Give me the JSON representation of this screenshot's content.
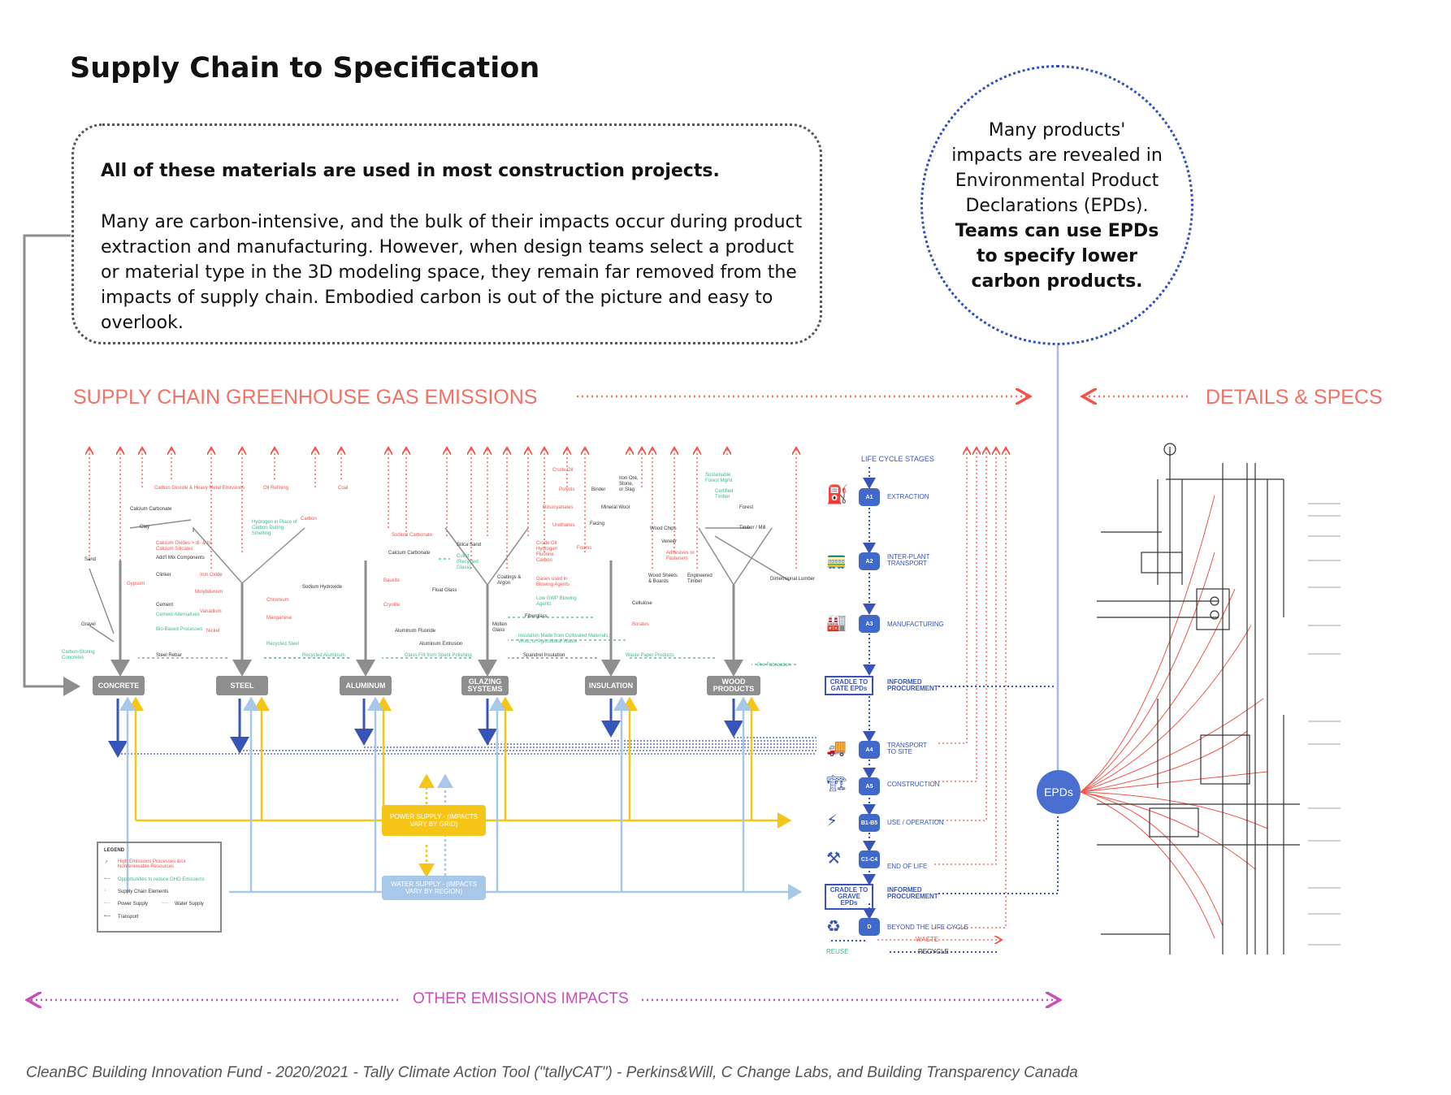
{
  "title": "Supply Chain to Specification",
  "callout": {
    "heading": "All of these materials are used in most construction projects.",
    "body": "Many are carbon-intensive, and the bulk of their impacts occur during product extraction and manufacturing. However, when design teams select a product or material type in the 3D modeling space, they remain far removed from the impacts of supply chain. Embodied carbon is out of the picture and easy to overlook."
  },
  "circle": {
    "text": "Many products' impacts are revealed in Environmental Product Declarations (EPDs).",
    "bold": "Teams can use EPDs to specify lower carbon products."
  },
  "sections": {
    "supply_chain": "SUPPLY CHAIN GREENHOUSE GAS EMISSIONS",
    "details": "DETAILS & SPECS",
    "other": "OTHER EMISSIONS IMPACTS"
  },
  "materials": [
    "CONCRETE",
    "STEEL",
    "ALUMINUM",
    "GLAZING SYSTEMS",
    "INSULATION",
    "WOOD PRODUCTS"
  ],
  "utilities": {
    "power": "POWER SUPPLY - (IMPACTS VARY BY GRID)",
    "water": "WATER SUPPLY - (IMPACTS VARY BY REGION)"
  },
  "legend": {
    "title": "LEGEND",
    "items": [
      "High Emissions Processes &/or Nonrenewable Resources",
      "Opportunities to reduce GHG Emissions",
      "Supply Chain Elements",
      "Power Supply",
      "Water Supply",
      "Transport"
    ]
  },
  "life_cycle": {
    "header": "LIFE CYCLE STAGES",
    "stages": [
      {
        "code": "A1",
        "label": "EXTRACTION"
      },
      {
        "code": "A2",
        "label": "INTER-PLANT TRANSPORT"
      },
      {
        "code": "A3",
        "label": "MANUFACTURING"
      },
      {
        "code": "A4",
        "label": "TRANSPORT TO SITE"
      },
      {
        "code": "A5",
        "label": "CONSTRUCTION"
      },
      {
        "code": "B1-B5",
        "label": "USE / OPERATION"
      },
      {
        "code": "C1-C4",
        "label": "END OF LIFE"
      },
      {
        "code": "D",
        "label": "BEYOND THE LIFE CYCLE"
      }
    ],
    "cradle_gate": "CRADLE TO GATE EPDs",
    "cradle_grave": "CRADLE TO GRAVE EPDs",
    "informed": "INFORMED PROCUREMENT",
    "waste": "WASTE",
    "reuse": "REUSE",
    "recycle": "RECYCLE"
  },
  "epds_label": "EPDs",
  "process_labels": {
    "red": [
      "Carbon Dioxide & Heavy Metal Emissions",
      "Calcium Oxides > di- & tri- Calcium Silicates",
      "Iron Oxide",
      "Gypsum",
      "Oil Refining",
      "Coal",
      "Carbon",
      "Molybdenum",
      "Vanadium",
      "Nickel",
      "Chromium",
      "Manganese",
      "Sodium Carbonate",
      "Bauxite",
      "Cryolite",
      "Crude Oil",
      "Polyols",
      "Diisocyanates",
      "Urethanes",
      "Crude Oil Hydrogen Fluorine Carbon",
      "Foams",
      "Gases used in Blowing Agents",
      "Borates",
      "Adhesives or Fasteners"
    ],
    "green": [
      "Hydrogen in Place of Carbon During Smelting",
      "Cement Alternatives",
      "Bio-Based Processes",
      "Carbon-Storing Concretes",
      "Recycled Steel",
      "Recycled Aluminum",
      "Cullet (Recycled Glass)",
      "Glass Frit from Spent Polishing",
      "Low GWP Blowing Agents",
      "Insulation Made from Cultivated Materials, Wool, or Agricultural Waste",
      "Waste Paper Products",
      "Sustainable Forest Mgmt",
      "Certified Timber",
      "Pre-Fabrication"
    ],
    "gray": [
      "Calcium Carbonate",
      "Clay",
      "Add'l Mix Components",
      "Clinker",
      "Cement",
      "Sand",
      "Gravel",
      "Steel Rebar",
      "Sodium Hydroxide",
      "Calcium Carbonate",
      "Aluminum Fluoride",
      "Aluminum Extrusion",
      "Silica Sand",
      "Float Glass",
      "Coatings & Argon",
      "Molten Glass",
      "Spandrel Insulation",
      "Binder",
      "Mineral Wool",
      "Iron Ore, Stone, or Slag",
      "Facing",
      "Fiberglass",
      "Cellulose",
      "Wood Chips",
      "Veneer",
      "Wood Sheets & Boards",
      "Engineered Timber",
      "Forest",
      "Timber / Mill",
      "Dimensional Lumber"
    ]
  },
  "footer": "CleanBC Building Innovation Fund - 2020/2021 - Tally Climate Action Tool (\"tallyCAT\") - Perkins&Will, C Change Labs, and  Building Transparency Canada",
  "colors": {
    "red": "#f0544a",
    "green": "#3cba8a",
    "gray": "#8e8e8e",
    "blue": "#3755b8",
    "yellow": "#f5c518",
    "lightblue": "#a8c8ea",
    "magenta": "#c94fb6"
  }
}
